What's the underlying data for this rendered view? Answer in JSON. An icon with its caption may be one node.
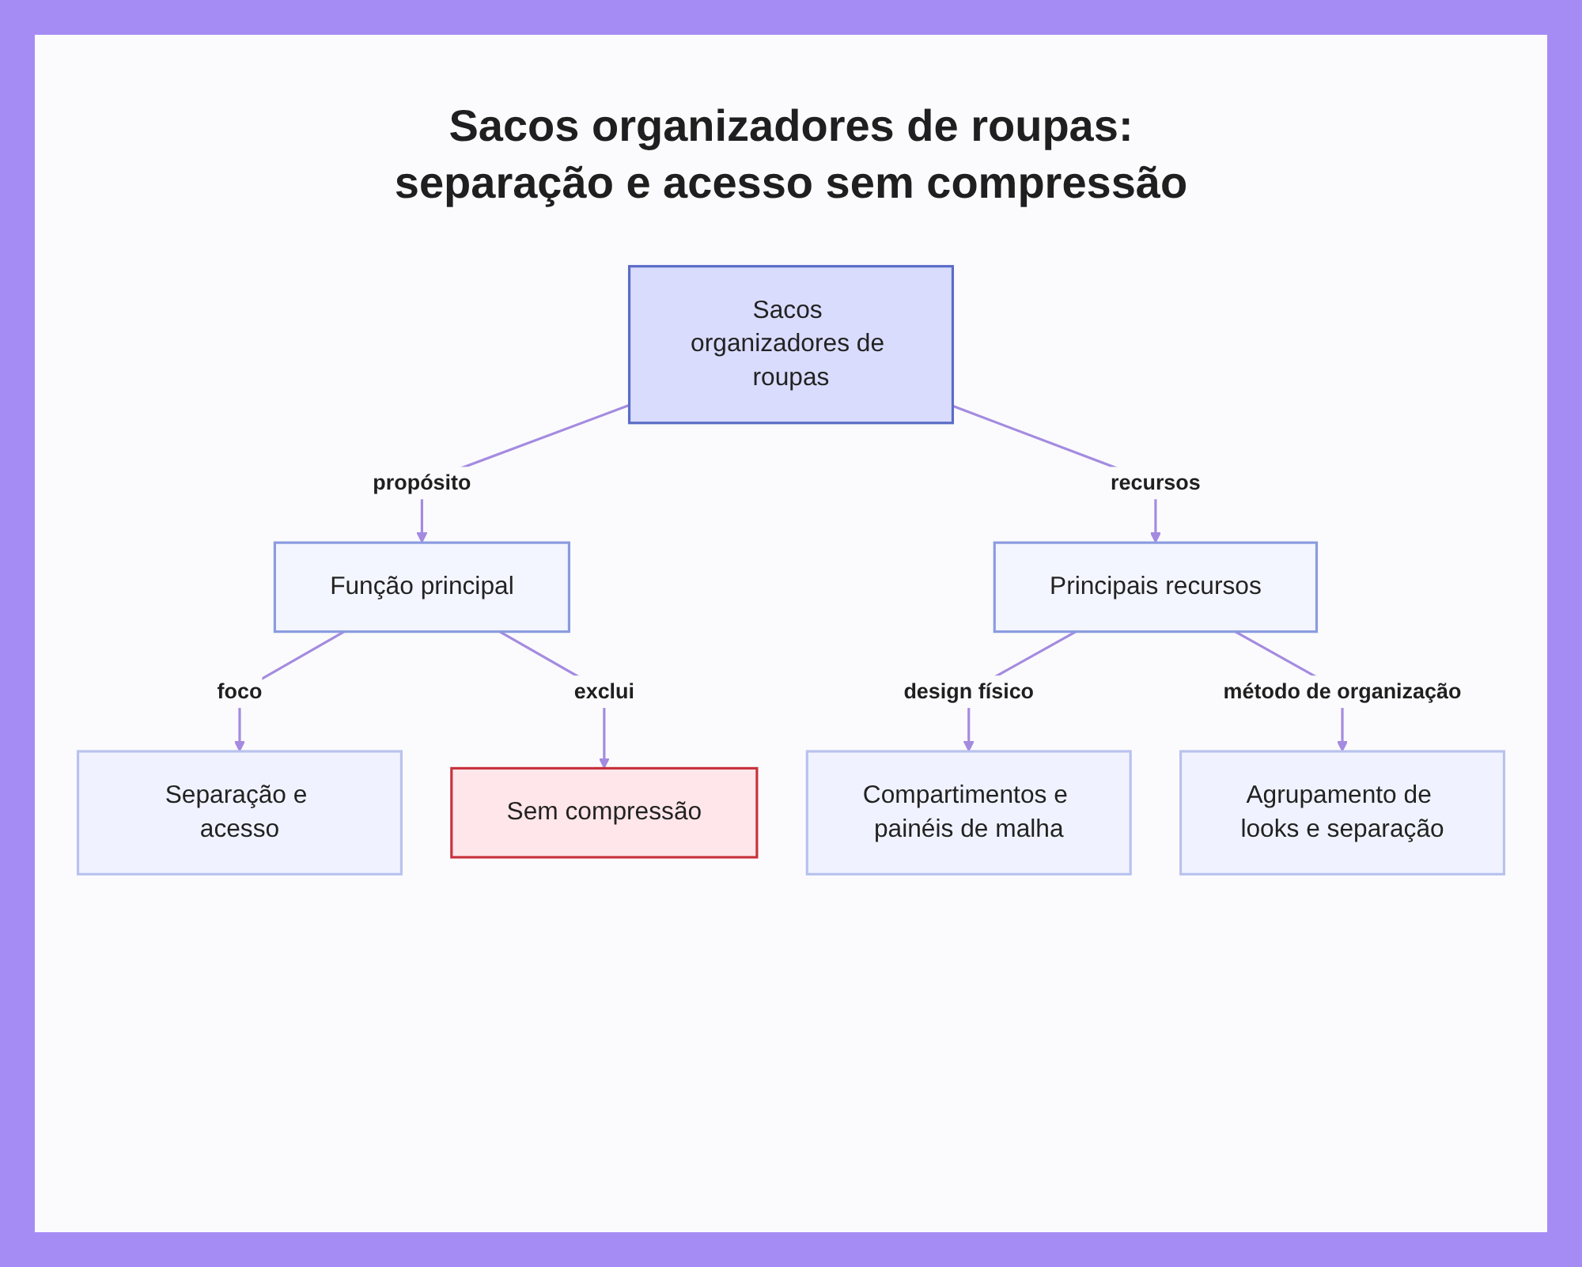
{
  "diagram": {
    "title": "Sacos organizadores de roupas: separação e acesso sem compressão",
    "nodes": [
      {
        "text": [
          "Sacos organizadores de roupas"
        ]
      },
      {
        "text": [
          "Função principal"
        ]
      },
      {
        "text": [
          "Principais recursos"
        ]
      },
      {
        "text": [
          "Separação e acesso"
        ]
      },
      {
        "text": [
          "Sem compressão"
        ]
      },
      {
        "text": [
          "Compartimentos e painéis de malha"
        ]
      },
      {
        "text": [
          "Agrupamento de looks e separação"
        ]
      }
    ],
    "edges": [
      {
        "from": 0,
        "to": 1,
        "arrow": "to",
        "label": "propósito"
      },
      {
        "from": 0,
        "to": 2,
        "arrow": "to",
        "label": "recursos"
      },
      {
        "from": 1,
        "to": 3,
        "arrow": "to",
        "label": "foco"
      },
      {
        "from": 1,
        "to": 4,
        "arrow": "to",
        "label": "exclui"
      },
      {
        "from": 2,
        "to": 5,
        "arrow": "to",
        "label": "design físico"
      },
      {
        "from": 2,
        "to": 6,
        "arrow": "to",
        "label": "método de organização"
      }
    ]
  }
}
